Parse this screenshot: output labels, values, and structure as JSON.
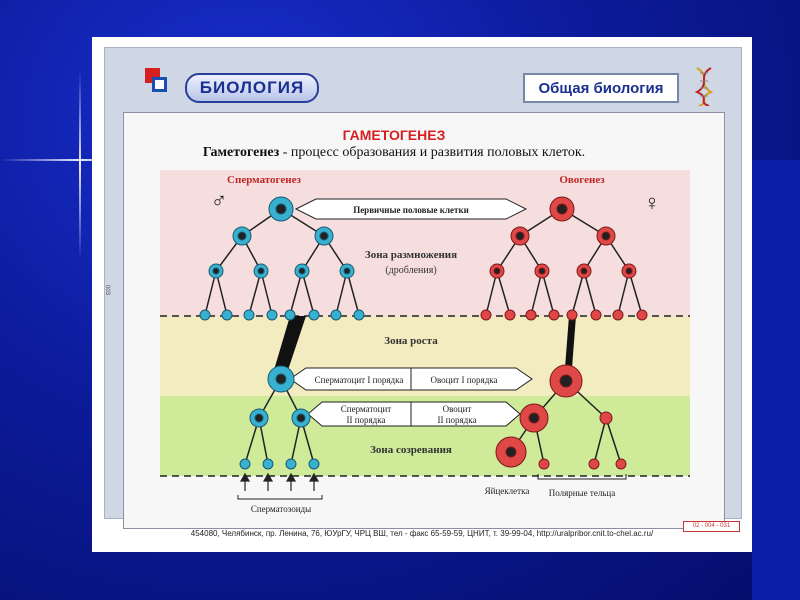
{
  "header": {
    "brand": "БИОЛОГИЯ",
    "course": "Общая биология"
  },
  "diagram": {
    "title": "ГАМЕТОГЕНЕЗ",
    "subtitle_term": "Гаметогенез",
    "subtitle_rest": " - процесс образования и развития половых клеток.",
    "left_heading": "Сперматогенез",
    "right_heading": "Овогенез",
    "male_symbol": "♂",
    "female_symbol": "♀",
    "primary_cells": "Первичные половые клетки",
    "zone_reproduction": "Зона размножения",
    "zone_reproduction_note": "(дробления)",
    "zone_growth": "Зона роста",
    "zone_maturation": "Зона созревания",
    "spermatocyte_1": "Сперматоцит I порядка",
    "oocyte_1": "Овоцит I порядка",
    "spermatocyte_2_line1": "Сперматоцит",
    "spermatocyte_2_line2": "II порядка",
    "oocyte_2_line1": "Овоцит",
    "oocyte_2_line2": "II порядка",
    "spermatozoa": "Сперматозоиды",
    "egg_cell": "Яйцеклетка",
    "polar_bodies": "Полярные тельца"
  },
  "colors": {
    "zone_reproduction_bg": "#f6dede",
    "zone_growth_bg": "#f3ecc0",
    "zone_maturation_bg": "#cfeb9a",
    "male_cell": "#38b0d0",
    "female_cell": "#e04848",
    "title_red": "#d42020"
  },
  "footer": {
    "address": "454080, Челябинск, пр. Ленина, 76, ЮУрГУ, ЧРЦ ВШ, тел - факс 65-59-59, ЦНИТ, т. 39-99-04, http://uralpribor.cnit.to-chel.ac.ru/",
    "code": "02 - 004 - 031",
    "side_mark": "003"
  }
}
